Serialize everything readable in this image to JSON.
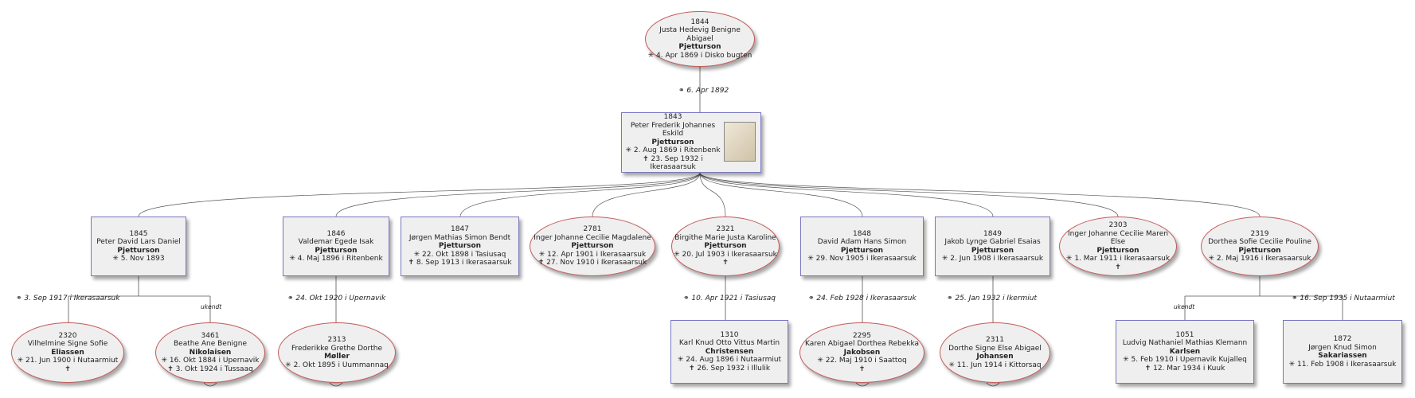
{
  "nodes": {
    "n1844": {
      "id": "1844",
      "name": "Justa Hedevig Benigne Abigael",
      "surname": "Pjetturson",
      "birth": "✳ 4. Apr 1869 i  Disko bugten"
    },
    "n1843": {
      "id": "1843",
      "name": "Peter Frederik Johannes Eskild",
      "surname": "Pjetturson",
      "birth": "✳ 2. Aug 1869 i  Ritenbenk",
      "death": "✝ 23. Sep 1932 i  Ikerasaarsuk"
    },
    "n1845": {
      "id": "1845",
      "name": "Peter David Lars Daniel",
      "surname": "Pjetturson",
      "birth": "✳ 5. Nov 1893"
    },
    "n1846": {
      "id": "1846",
      "name": "Valdemar Egede Isak",
      "surname": "Pjetturson",
      "birth": "✳ 4. Maj 1896 i  Ritenbenk"
    },
    "n1847": {
      "id": "1847",
      "name": "Jørgen Mathias Simon Bendt",
      "surname": "Pjetturson",
      "birth": "✳ 22. Okt 1898 i  Tasiusaq",
      "death": "✝ 8. Sep 1913 i  Ikerasaarsuk"
    },
    "n2781": {
      "id": "2781",
      "name": "Inger Johanne Cecilie Magdalene",
      "surname": "Pjetturson",
      "birth": "✳ 12. Apr 1901 i  Ikerasaarsuk",
      "death": "✝ 27. Nov 1910 i  Ikerasaarsuk"
    },
    "n2321": {
      "id": "2321",
      "name": "Birgithe Marie Justa Karoline",
      "surname": "Pjetturson",
      "birth": "✳ 20. Jul 1903 i  Ikerasaarsuk",
      "death": "✝"
    },
    "n1848": {
      "id": "1848",
      "name": "David Adam Hans Simon",
      "surname": "Pjetturson",
      "birth": "✳ 29. Nov 1905 i  Ikerasaarsuk"
    },
    "n1849": {
      "id": "1849",
      "name": "Jakob Lynge Gabriel Esaias",
      "surname": "Pjetturson",
      "birth": "✳ 2. Jun 1908 i  Ikerasaarsuk"
    },
    "n2303": {
      "id": "2303",
      "name": "Inger Johanne Cecilie Maren Else",
      "surname": "Pjetturson",
      "birth": "✳ 1. Mar 1911 i  Ikerasaarsuk",
      "death": "✝"
    },
    "n2319": {
      "id": "2319",
      "name": "Dorthea Sofie Cecilie Pouline",
      "surname": "Pjetturson",
      "birth": "✳ 2. Maj 1916 i  Ikerasaarsuk"
    },
    "n2320": {
      "id": "2320",
      "name": "Vilhelmine Signe Sofie",
      "surname": "Eliassen",
      "birth": "✳ 21. Jun 1900 i  Nutaarmiut",
      "death": "✝"
    },
    "n3461": {
      "id": "3461",
      "name": "Beathe Ane Benigne",
      "surname": "Nikolaisen",
      "birth": "✳ 16. Okt 1884 i  Upernavik",
      "death": "✝ 3. Okt 1924 i  Tussaaq"
    },
    "n2313": {
      "id": "2313",
      "name": "Frederikke Grethe Dorthe",
      "surname": "Møller",
      "birth": "✳ 2. Okt 1895 i  Uummannaq"
    },
    "n1310": {
      "id": "1310",
      "name": "Karl Knud Otto Vittus Martin",
      "surname": "Christensen",
      "birth": "✳ 24. Aug 1896 i  Nutaarmiut",
      "death": "✝ 26. Sep 1932 i  Illulik"
    },
    "n2295": {
      "id": "2295",
      "name": "Karen Abigael Dorthea Rebekka",
      "surname": "Jakobsen",
      "birth": "✳ 22. Maj 1910 i  Saattoq",
      "death": "✝"
    },
    "n2311": {
      "id": "2311",
      "name": "Dorthe Signe Else Abigael",
      "surname": "Johansen",
      "birth": "✳ 11. Jun 1914 i  Kittorsaq"
    },
    "n1051": {
      "id": "1051",
      "name": "Ludvig Nathaniel Mathias Klemann",
      "surname": "Karlsen",
      "birth": "✳ 5. Feb 1910 i  Upernavik Kujalleq",
      "death": "✝ 12. Mar 1934 i  Kuuk"
    },
    "n1872": {
      "id": "1872",
      "name": "Jørgen Knud Simon",
      "surname": "Sakariassen",
      "birth": "✳ 11. Feb 1908 i  Ikerasaarsuk"
    }
  },
  "marriages": {
    "m_top": "⚭ 6. Apr 1892",
    "m_1845a": "⚭ 3. Sep 1917 i  Ikerasaarsuk",
    "m_1845b": "ukendt",
    "m_1846": "⚭ 24. Okt 1920 i  Upernavik",
    "m_2321": "⚭ 10. Apr 1921 i  Tasiusaq",
    "m_1848": "⚭ 24. Feb 1928 i  Ikerasaarsuk",
    "m_1849": "⚭ 25. Jan 1932 i  Ikermiut",
    "m_2319a": "ukendt",
    "m_2319b": "⚭ 16. Sep 1935 i  Nutaarmiut"
  },
  "colors": {
    "box_border": "#7a78c0",
    "oval_border": "#c35c5c",
    "fill": "#efefef",
    "line": "#555555"
  }
}
